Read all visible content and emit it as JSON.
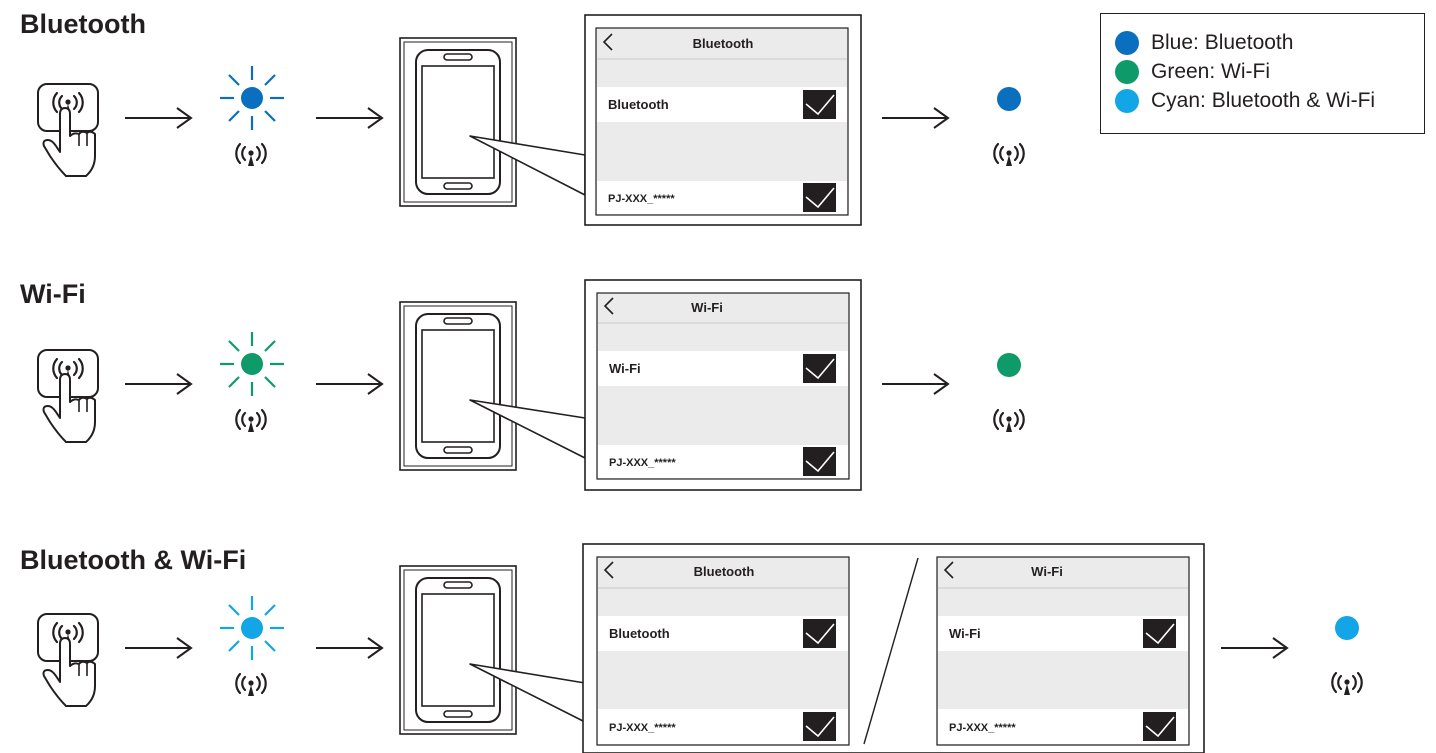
{
  "colors": {
    "bluetooth": "#0a6fbe",
    "wifi": "#0f9a6a",
    "both": "#12a6e6",
    "ink": "#231f20",
    "panel_gray": "#ebebeb"
  },
  "icons": {
    "button": "wireless-button-icon",
    "hand": "pointing-hand-icon",
    "arrow": "arrow-right-icon",
    "led": "led-indicator-icon",
    "phone": "smartphone-icon",
    "back": "chevron-left-icon",
    "check": "checkbox-checked-icon"
  },
  "legend": {
    "items": [
      {
        "label": "Blue: Bluetooth",
        "color": "#0a6fbe"
      },
      {
        "label": "Green: Wi-Fi",
        "color": "#0f9a6a"
      },
      {
        "label": "Cyan: Bluetooth & Wi-Fi",
        "color": "#12a6e6"
      }
    ]
  },
  "sections": [
    {
      "title": "Bluetooth",
      "screens": [
        {
          "header": "Bluetooth",
          "setting": "Bluetooth",
          "device": "PJ-XXX_*****"
        }
      ]
    },
    {
      "title": "Wi-Fi",
      "screens": [
        {
          "header": "Wi-Fi",
          "setting": "Wi-Fi",
          "device": "PJ-XXX_*****"
        }
      ]
    },
    {
      "title": "Bluetooth & Wi-Fi",
      "screens": [
        {
          "header": "Bluetooth",
          "setting": "Bluetooth",
          "device": "PJ-XXX_*****"
        },
        {
          "header": "Wi-Fi",
          "setting": "Wi-Fi",
          "device": "PJ-XXX_*****"
        }
      ]
    }
  ]
}
